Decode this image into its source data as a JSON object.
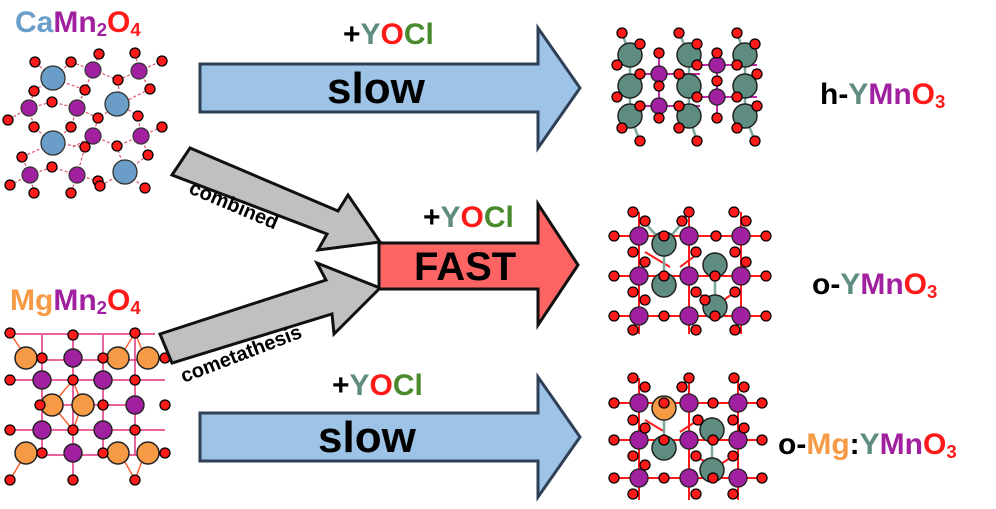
{
  "colors": {
    "Ca": "#6a9ec8",
    "Mg": "#f79a45",
    "Mn": "#a020a0",
    "O": "#ff1a1a",
    "Y": "#5f8c80",
    "Cl": "#4a8a2f",
    "plus": "#000000",
    "slow_arrow_fill": "#9dc3e6",
    "slow_arrow_stroke": "#2f3f55",
    "fast_arrow_fill": "#ff6464",
    "gray_arrow_fill": "#c0c0c0"
  },
  "reactants": {
    "top": {
      "name": "CaMn2O4",
      "parts": [
        {
          "t": "Ca",
          "el": "Ca"
        },
        {
          "t": "Mn",
          "el": "Mn"
        },
        {
          "t": "2",
          "el": "Mn",
          "sub": true
        },
        {
          "t": "O",
          "el": "O"
        },
        {
          "t": "4",
          "el": "O",
          "sub": true
        }
      ]
    },
    "bottom": {
      "name": "MgMn2O4",
      "parts": [
        {
          "t": "Mg",
          "el": "Mg"
        },
        {
          "t": "Mn",
          "el": "Mn"
        },
        {
          "t": "2",
          "el": "Mn",
          "sub": true
        },
        {
          "t": "O",
          "el": "O"
        },
        {
          "t": "4",
          "el": "O",
          "sub": true
        }
      ]
    }
  },
  "reagent": {
    "plus": "+",
    "Y": "Y",
    "O": "O",
    "Cl": "Cl"
  },
  "arrows": {
    "top": {
      "label": "slow"
    },
    "middle": {
      "label": "FAST"
    },
    "combined": {
      "label": "combined"
    },
    "cometathesis": {
      "label": "cometathesis"
    },
    "bottom": {
      "label": "slow"
    }
  },
  "products": {
    "top": {
      "prefix": "h-",
      "Y": "Y",
      "Mn": "Mn",
      "O": "O",
      "sub": "3"
    },
    "middle": {
      "prefix": "o-",
      "Y": "Y",
      "Mn": "Mn",
      "O": "O",
      "sub": "3"
    },
    "bottom": {
      "prefix": "o-",
      "dopant": "Mg",
      "colon": ":",
      "Y": "Y",
      "Mn": "Mn",
      "O": "O",
      "sub": "3"
    }
  }
}
